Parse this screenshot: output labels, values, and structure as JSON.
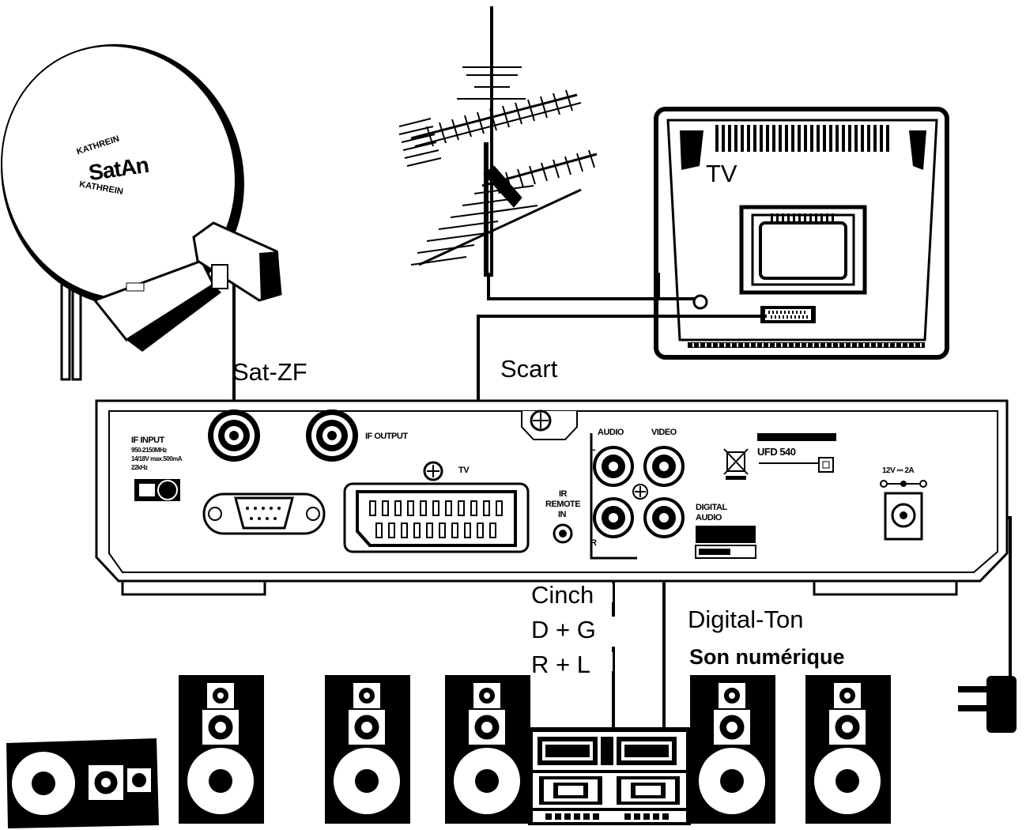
{
  "labels": {
    "sat_zf": "Sat-ZF",
    "scart": "Scart",
    "tv": "TV",
    "cinch": "Cinch",
    "d_plus_g": "D + G",
    "r_plus_l": "R + L",
    "digital_ton": "Digital-Ton",
    "son_numerique": "Son numérique"
  },
  "dish": {
    "brand_top": "KATHREIN",
    "brand_main": "SatAn",
    "brand_bottom": "KATHREIN"
  },
  "receiver": {
    "if_input": "IF INPUT",
    "if_input_spec_1": "950-2150MHz",
    "if_input_spec_2": "14/18V max.500mA",
    "if_input_spec_3": "22kHz",
    "if_output": "IF OUTPUT",
    "tv": "TV",
    "audio": "AUDIO",
    "video": "VIDEO",
    "audio_l": "L",
    "audio_r": "R",
    "ir_remote_1": "IR",
    "ir_remote_2": "REMOTE",
    "ir_remote_3": "IN",
    "digital_audio_1": "DIGITAL",
    "digital_audio_2": "AUDIO",
    "model": "UFD 540",
    "power": "12V ⎓ 2A"
  }
}
